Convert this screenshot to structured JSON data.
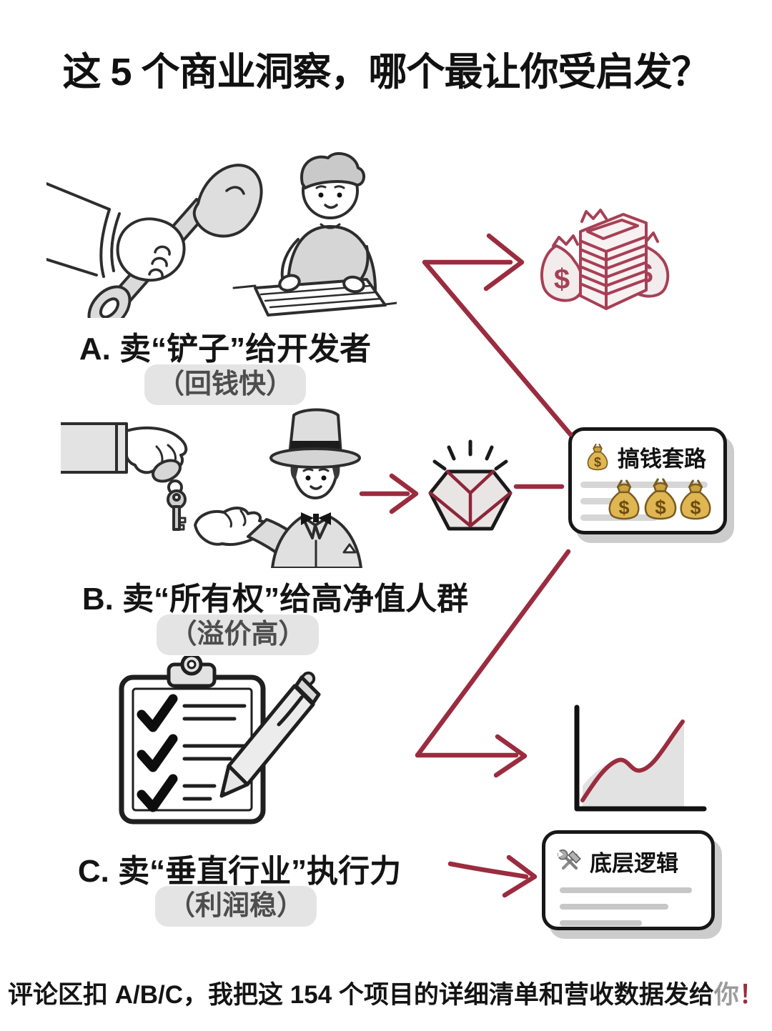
{
  "title": "这 5 个商业洞察，哪个最让你受启发？",
  "sections": [
    {
      "id": "A",
      "label": "A. 卖“铲子”给开发者",
      "badge": "（回钱快）",
      "illustration": "hand-giving-shovel-to-developer-typing"
    },
    {
      "id": "B",
      "label": "B. 卖“所有权”给高净值人群",
      "badge": "（溢价高）",
      "illustration": "hand-giving-keys-to-top-hat-man"
    },
    {
      "id": "C",
      "label": "C. 卖“垂直行业”执行力",
      "badge": "（利润稳）",
      "illustration": "clipboard-checklist-with-pen"
    }
  ],
  "flow": {
    "money_box_label": "搞钱套路",
    "logic_box_label": "底层逻辑"
  },
  "footer": {
    "main": "评论区扣 A/B/C，我把这 154 个项目的详细清单和营收数据发给",
    "you": "你",
    "bang": "！"
  },
  "icons": {
    "dollar_sign": "$",
    "gold_money_bag": "money-bag-icon",
    "tools": "hammer-wrench-icon",
    "gem": "gem-icon",
    "money_stack": "money-stack-icon",
    "growth_chart": "growth-chart-icon"
  },
  "colors": {
    "accent_red": "#9B2C3F",
    "badge_bg": "#E4E4E4",
    "badge_text": "#4D4D4D",
    "box_border": "#171717",
    "box_shadow": "#CCCCCC",
    "gold": "#E0B652",
    "line_gray": "#C7C7C7"
  }
}
